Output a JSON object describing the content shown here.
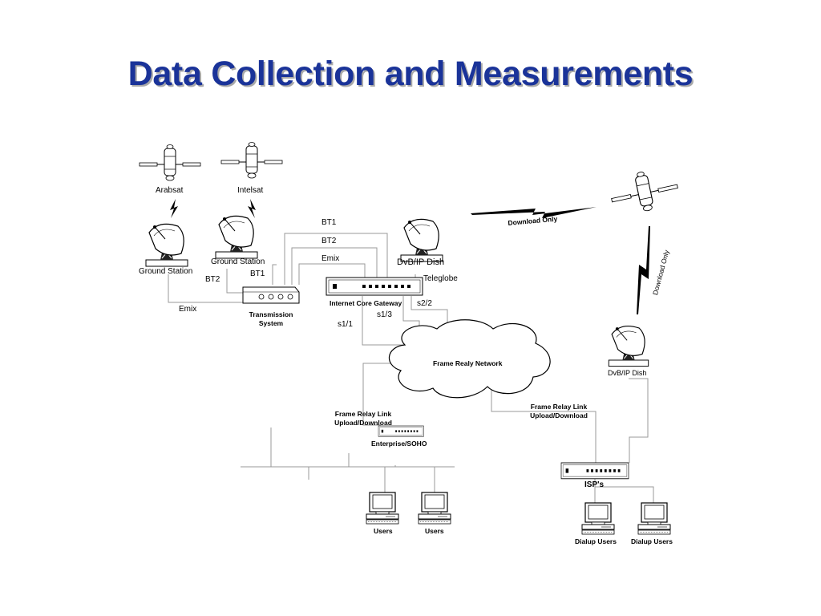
{
  "title": "Data Collection and Measurements",
  "labels": {
    "arabsat": "Arabsat",
    "intelsat": "Intelsat",
    "ground_station_left": "Ground Station",
    "ground_station_mid": "Ground Station",
    "bt1_top": "BT1",
    "bt2_top": "BT2",
    "emix_top": "Emix",
    "dvb_ip_dish_top": "DvB/IP Dish",
    "teleglobe": "Teleglobe",
    "bt2_low": "BT2",
    "bt1_low": "BT1",
    "emix_left": "Emix",
    "transmission_system": "Transmission System",
    "internet_core_gateway": "Internet Core Gateway",
    "s2_2": "s2/2",
    "s1_3": "s1/3",
    "s1_1": "s1/1",
    "download_only_h": "Download Only",
    "download_only_v": "Download Only",
    "dvb_ip_dish_right": "DvB/IP Dish",
    "frame_relay_network": "Frame Realy Network",
    "frame_relay_link_left": "Frame Relay Link Upload/Download",
    "frame_relay_link_right": "Frame Relay Link Upload/Download",
    "enterprise_soho": "Enterprise/SOHO",
    "isps": "ISP's",
    "users_1": "Users",
    "users_2": "Users",
    "dialup_users_1": "Dialup Users",
    "dialup_users_2": "Dialup Users"
  },
  "icons": [
    "satellite-icon",
    "satellite-dish-icon",
    "lightning-icon",
    "router-icon",
    "cloud-icon",
    "computer-icon"
  ]
}
